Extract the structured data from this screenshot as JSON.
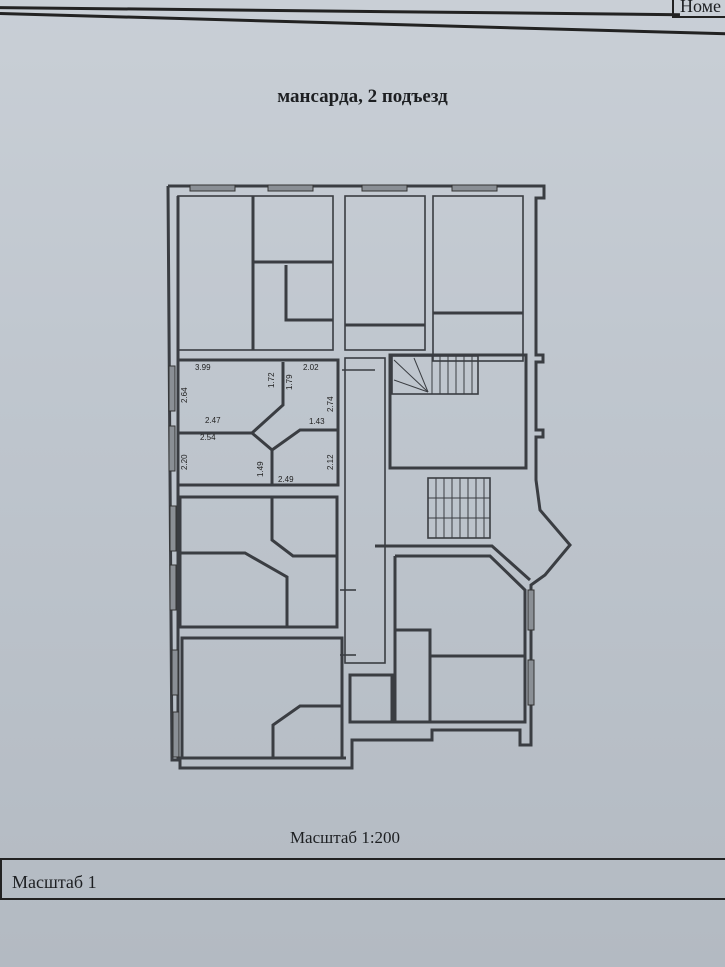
{
  "header": {
    "number_label_partial": "Номе"
  },
  "document": {
    "title": "мансарда, 2 подъезд",
    "scale_caption": "Масштаб 1:200",
    "footer_scale_label": "Масштаб 1"
  },
  "plan": {
    "highlighted_unit_dimensions": [
      {
        "id": "d1",
        "value": "3.99"
      },
      {
        "id": "d2",
        "value": "2.02"
      },
      {
        "id": "d3",
        "value": "1.72"
      },
      {
        "id": "d4",
        "value": "1.79"
      },
      {
        "id": "d5",
        "value": "2.64"
      },
      {
        "id": "d6",
        "value": "2.74"
      },
      {
        "id": "d7",
        "value": "2.47"
      },
      {
        "id": "d8",
        "value": "1.43"
      },
      {
        "id": "d9",
        "value": "2.54"
      },
      {
        "id": "d10",
        "value": "2.20"
      },
      {
        "id": "d11",
        "value": "1.49"
      },
      {
        "id": "d12",
        "value": "2.12"
      },
      {
        "id": "d13",
        "value": "2.49"
      }
    ]
  }
}
